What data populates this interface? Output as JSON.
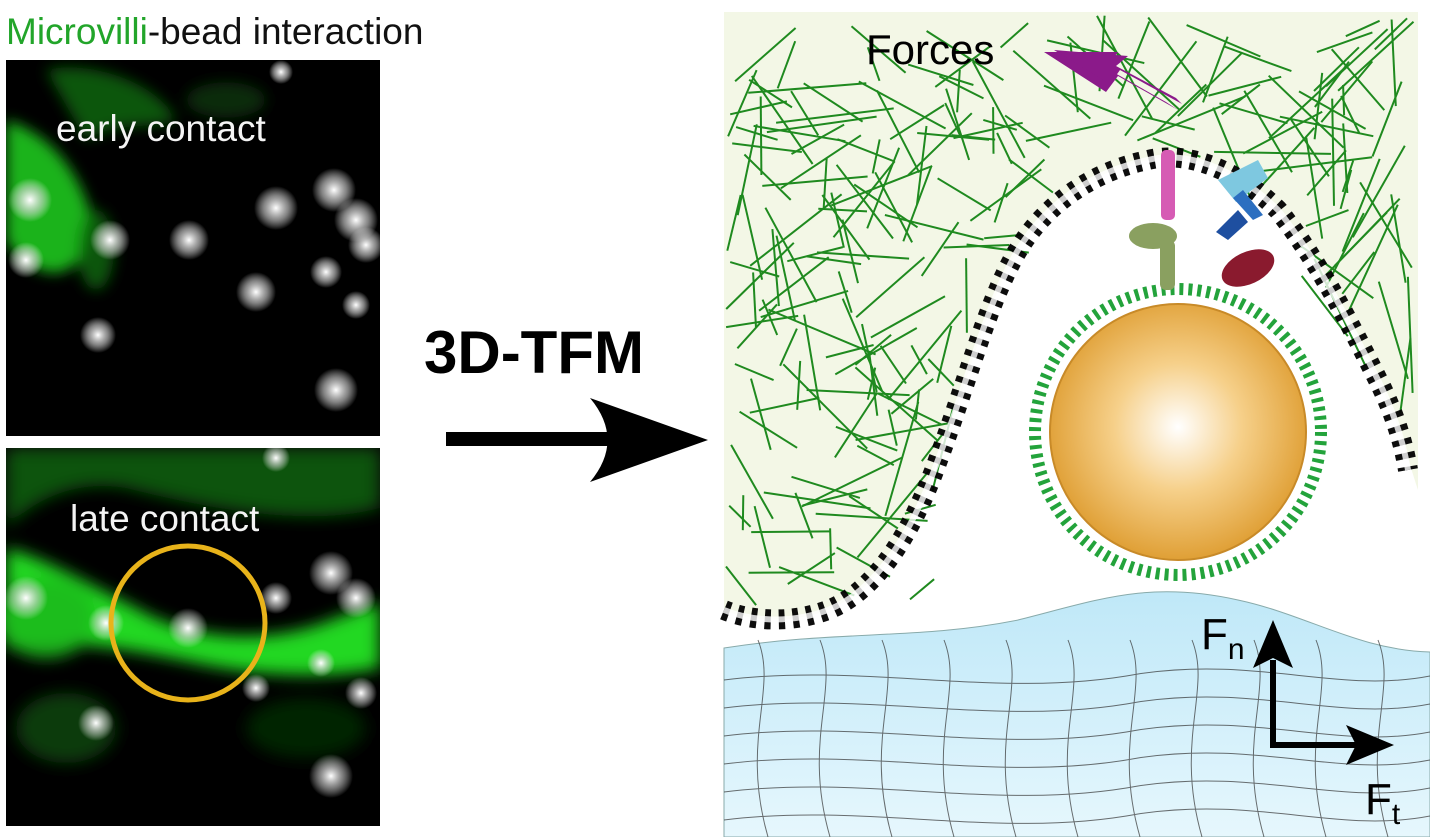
{
  "title": {
    "highlight": "Microvilli",
    "rest": "-bead interaction"
  },
  "panels": {
    "early": {
      "label": "early contact"
    },
    "late": {
      "label": "late contact"
    }
  },
  "method": {
    "label": "3D-TFM"
  },
  "schematic": {
    "forces_label": "Forces",
    "fn_main": "F",
    "fn_sub": "n",
    "ft_main": "F",
    "ft_sub": "t"
  },
  "colors": {
    "microvilli_green": "#22a52a",
    "bead_ring": "#e8b31a",
    "force_arrow": "#8b1a8a",
    "actin": "#1f8a1f",
    "substrate": "#cfeefb"
  }
}
